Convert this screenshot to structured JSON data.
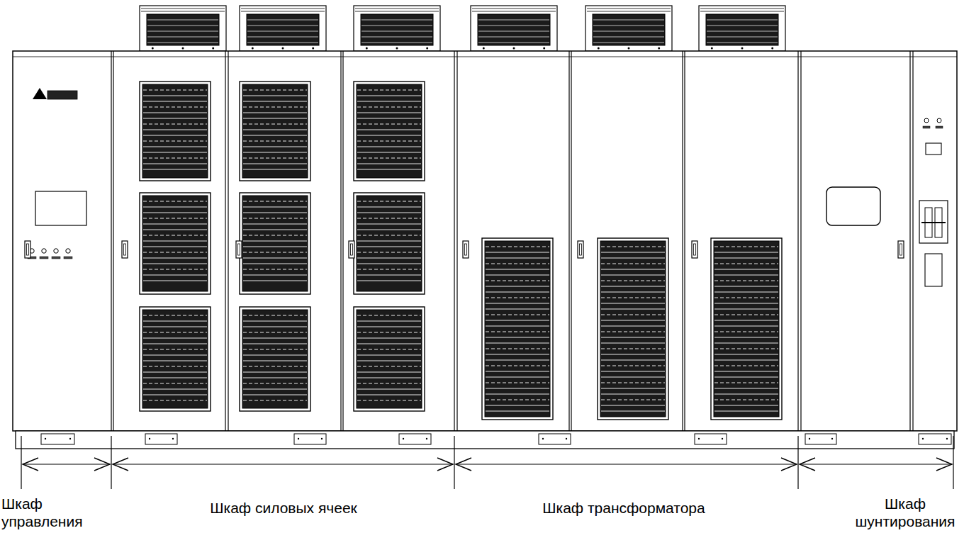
{
  "diagram": {
    "labels": [
      "Шкаф управления",
      "Шкаф силовых ячеек",
      "Шкаф трансформатора",
      "Шкаф шунтирования"
    ]
  }
}
